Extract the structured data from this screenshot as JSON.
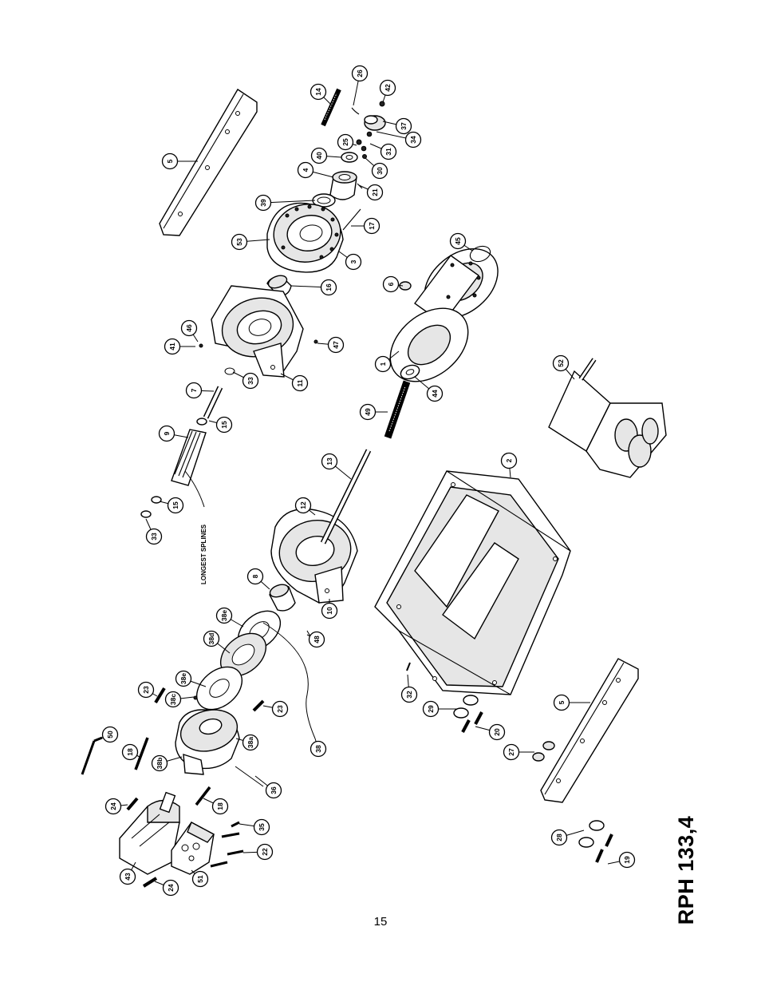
{
  "document": {
    "model_title": "RPH 133,4",
    "page_number": "15",
    "note_label": "LONGEST SPLINES"
  },
  "callouts": [
    {
      "id": "p1",
      "label": "1"
    },
    {
      "id": "p2",
      "label": "2"
    },
    {
      "id": "p3",
      "label": "3"
    },
    {
      "id": "p4",
      "label": "4"
    },
    {
      "id": "p5a",
      "label": "5"
    },
    {
      "id": "p5b",
      "label": "5"
    },
    {
      "id": "p6",
      "label": "6"
    },
    {
      "id": "p7",
      "label": "7"
    },
    {
      "id": "p8",
      "label": "8"
    },
    {
      "id": "p9",
      "label": "9"
    },
    {
      "id": "p10",
      "label": "10"
    },
    {
      "id": "p11",
      "label": "11"
    },
    {
      "id": "p12",
      "label": "12"
    },
    {
      "id": "p13",
      "label": "13"
    },
    {
      "id": "p14",
      "label": "14"
    },
    {
      "id": "p15a",
      "label": "15"
    },
    {
      "id": "p15b",
      "label": "15"
    },
    {
      "id": "p16",
      "label": "16"
    },
    {
      "id": "p17",
      "label": "17"
    },
    {
      "id": "p18a",
      "label": "18"
    },
    {
      "id": "p18b",
      "label": "18"
    },
    {
      "id": "p19",
      "label": "19"
    },
    {
      "id": "p20",
      "label": "20"
    },
    {
      "id": "p21",
      "label": "21"
    },
    {
      "id": "p22",
      "label": "22"
    },
    {
      "id": "p23a",
      "label": "23"
    },
    {
      "id": "p23b",
      "label": "23"
    },
    {
      "id": "p24a",
      "label": "24"
    },
    {
      "id": "p24b",
      "label": "24"
    },
    {
      "id": "p25",
      "label": "25"
    },
    {
      "id": "p26",
      "label": "26"
    },
    {
      "id": "p27",
      "label": "27"
    },
    {
      "id": "p28",
      "label": "28"
    },
    {
      "id": "p29",
      "label": "29"
    },
    {
      "id": "p30",
      "label": "30"
    },
    {
      "id": "p31",
      "label": "31"
    },
    {
      "id": "p32",
      "label": "32"
    },
    {
      "id": "p33a",
      "label": "33"
    },
    {
      "id": "p33b",
      "label": "33"
    },
    {
      "id": "p34",
      "label": "34"
    },
    {
      "id": "p35",
      "label": "35"
    },
    {
      "id": "p36",
      "label": "36"
    },
    {
      "id": "p37",
      "label": "37"
    },
    {
      "id": "p38",
      "label": "38"
    },
    {
      "id": "p38a",
      "label": "38a"
    },
    {
      "id": "p38b",
      "label": "38b"
    },
    {
      "id": "p38c",
      "label": "38c"
    },
    {
      "id": "p38d",
      "label": "38d"
    },
    {
      "id": "p38e1",
      "label": "38e"
    },
    {
      "id": "p38e2",
      "label": "38e"
    },
    {
      "id": "p39",
      "label": "39"
    },
    {
      "id": "p40",
      "label": "40"
    },
    {
      "id": "p41",
      "label": "41"
    },
    {
      "id": "p42",
      "label": "42"
    },
    {
      "id": "p43",
      "label": "43"
    },
    {
      "id": "p44",
      "label": "44"
    },
    {
      "id": "p45",
      "label": "45"
    },
    {
      "id": "p46",
      "label": "46"
    },
    {
      "id": "p47",
      "label": "47"
    },
    {
      "id": "p48",
      "label": "48"
    },
    {
      "id": "p49",
      "label": "49"
    },
    {
      "id": "p50",
      "label": "50"
    },
    {
      "id": "p51",
      "label": "51"
    },
    {
      "id": "p52",
      "label": "52"
    },
    {
      "id": "p53",
      "label": "53"
    }
  ]
}
